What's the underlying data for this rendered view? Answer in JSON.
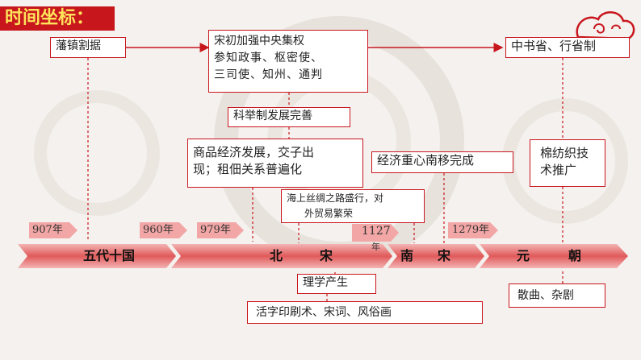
{
  "title": "时间坐标：",
  "colors": {
    "accent": "#c8161d",
    "band": "#e26b6b",
    "tag": "#f2a6a6"
  },
  "top_row": {
    "fanzhen": "藩镇割据",
    "song_lines": [
      "宋初加强中央集权",
      "参知政事、枢密使、",
      "三司使、知州、通判"
    ],
    "yuan_lines": [
      "中书省、行省制"
    ]
  },
  "keju": "科举制发展完善",
  "commerce_lines": [
    "商品经济发展，交子出",
    "现；租佃关系普遍化"
  ],
  "south_shift": "经济重心南移完成",
  "cotton_lines": [
    "棉纺织技",
    "术推广"
  ],
  "silk_road_lines": [
    "海上丝绸之路盛行，对",
    "外贸易繁荣"
  ],
  "years": {
    "y907": "907年",
    "y960": "960年",
    "y979": "979年",
    "y1127": "1127",
    "y1127_suffix": "年",
    "y1279": "1279年"
  },
  "eras": {
    "wudai": "五代十国",
    "bei": "北",
    "bei_song": "宋",
    "nan": "南",
    "nan_song": "宋",
    "yuan": "元",
    "chao": "朝"
  },
  "lixue": "理学产生",
  "culture": "活字印刷术、宋词、风俗画",
  "yuan_culture": "散曲、杂剧"
}
